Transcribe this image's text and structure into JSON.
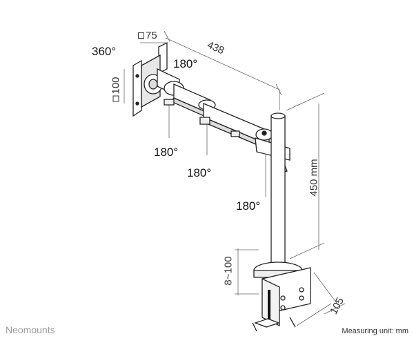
{
  "brand": "Neomounts",
  "measuring_unit": "Measuring unit: mm",
  "rotation_labels": {
    "plate": "360°",
    "head": "180°",
    "joint_left": "180°",
    "joint_mid": "180°",
    "joint_pole": "180°"
  },
  "dimensions": {
    "vesa_top": "75",
    "vesa_side": "100",
    "arm_length": "438",
    "pole_height": "450 mm",
    "clamp_range": "8~100",
    "clamp_depth": "105"
  },
  "colors": {
    "stroke": "#222222",
    "dim_line": "#666666",
    "fill": "#ffffff",
    "shade": "#cfcfcf"
  }
}
